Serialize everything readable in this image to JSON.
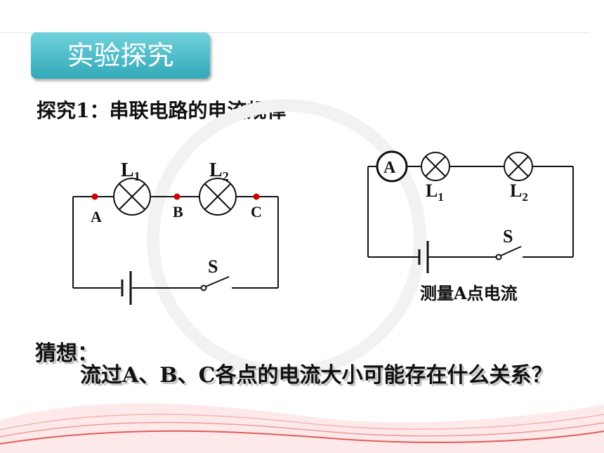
{
  "title": "实验探究",
  "heading": "探究1：串联电路的电流规律",
  "circuit_left": {
    "lamp1": "L",
    "lamp1_sub": "1",
    "lamp2": "L",
    "lamp2_sub": "2",
    "point_a": "A",
    "point_b": "B",
    "point_c": "C",
    "switch": "S"
  },
  "circuit_right": {
    "ammeter": "A",
    "lamp1": "L",
    "lamp1_sub": "1",
    "lamp2": "L",
    "lamp2_sub": "2",
    "switch": "S",
    "caption": "测量A点电流"
  },
  "guess_label": "猜想：",
  "question": "流过A、B、C各点的电流大小可能存在什么关系？",
  "colors": {
    "title_top": "#72d2dd",
    "title_bottom": "#32a9b8",
    "point": "#cc0000",
    "wave": "#e25a5a"
  }
}
